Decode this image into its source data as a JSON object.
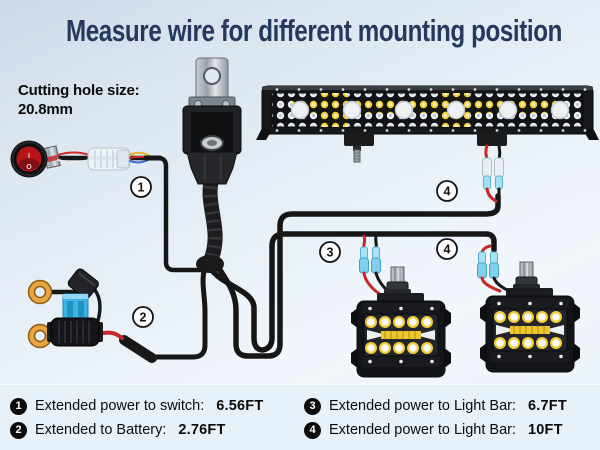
{
  "title": "Measure wire for different mounting position",
  "cutting_hole": {
    "label": "Cutting hole size:",
    "value": "20.8mm"
  },
  "diagram": {
    "callouts": [
      {
        "num": "1"
      },
      {
        "num": "2"
      },
      {
        "num": "3"
      },
      {
        "num": "4"
      },
      {
        "num": "4"
      }
    ],
    "switch_marks": {
      "on": "I",
      "off": "O"
    },
    "components": [
      "rocker-switch",
      "inline-connector",
      "relay-box",
      "fuse-holder",
      "ring-terminals",
      "led-light-bar",
      "led-pod-light-1",
      "led-pod-light-2"
    ]
  },
  "legend": {
    "items": [
      {
        "num": "1",
        "label": "Extended power to switch:",
        "value": "6.56FT"
      },
      {
        "num": "2",
        "label": "Extended to Battery:",
        "value": "2.76FT"
      },
      {
        "num": "3",
        "label": "Extended power to Light Bar:",
        "value": "6.7FT"
      },
      {
        "num": "4",
        "label": "Extended power to Light Bar:",
        "value": "10FT"
      }
    ]
  },
  "colors": {
    "title": "#24395c",
    "background_top": "#cdd9e7",
    "background_bottom": "#e9f1f8",
    "legend_background": "#e7f1f9",
    "wire_black": "#161616",
    "wire_red": "#c62828",
    "connector_blue": "#8fd4ec",
    "fuse_blue": "#3fb2e4",
    "ring_terminal_gold": "#e8a63c",
    "led_yellow": "#f2d23c",
    "switch_red": "#b8151b"
  }
}
